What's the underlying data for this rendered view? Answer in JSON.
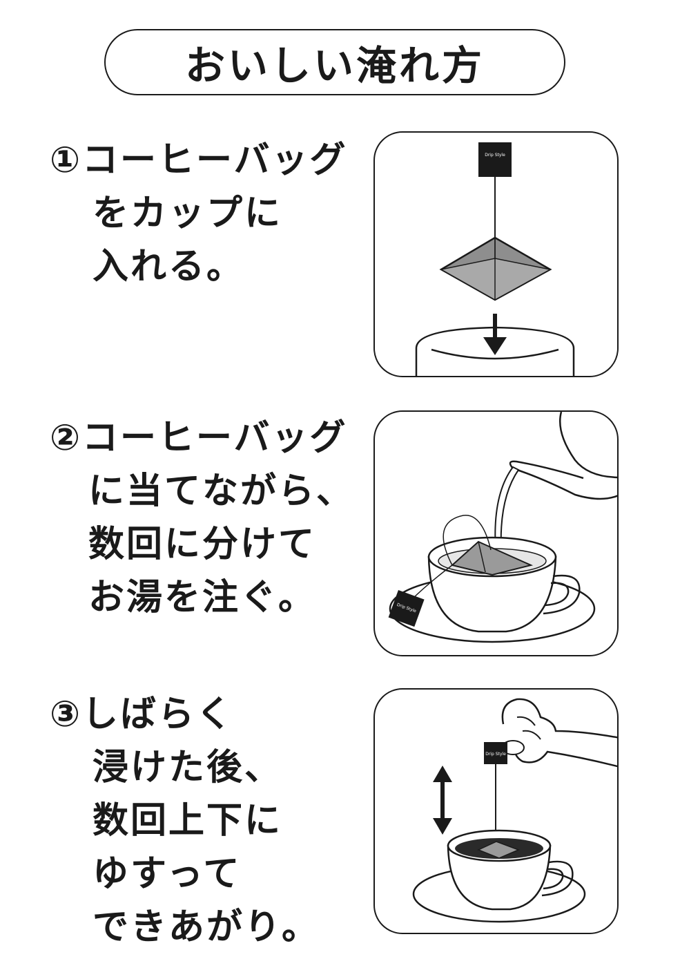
{
  "title": "おいしい淹れ方",
  "steps": [
    {
      "number": "①",
      "lines": [
        "コーヒーバッグ",
        "をカップに",
        "入れる。"
      ]
    },
    {
      "number": "②",
      "lines": [
        "コーヒーバッグ",
        "に当てながら、",
        "数回に分けて",
        "お湯を注ぐ。"
      ]
    },
    {
      "number": "③",
      "lines": [
        "しばらく",
        "浸けた後、",
        "数回上下に",
        "ゆすって",
        "できあがり。"
      ]
    }
  ],
  "illustrations": {
    "step1": {
      "tag_text": "Drip Style",
      "icons": [
        "coffee-bag-icon",
        "down-arrow-icon",
        "cup-rim-icon"
      ]
    },
    "step2": {
      "tag_text": "Drip Style",
      "icons": [
        "kettle-icon",
        "water-stream-icon",
        "coffee-bag-icon",
        "cup-icon",
        "saucer-icon"
      ]
    },
    "step3": {
      "tag_text": "Drip Style",
      "icons": [
        "hand-icon",
        "up-down-arrow-icon",
        "cup-icon",
        "saucer-icon"
      ]
    }
  }
}
